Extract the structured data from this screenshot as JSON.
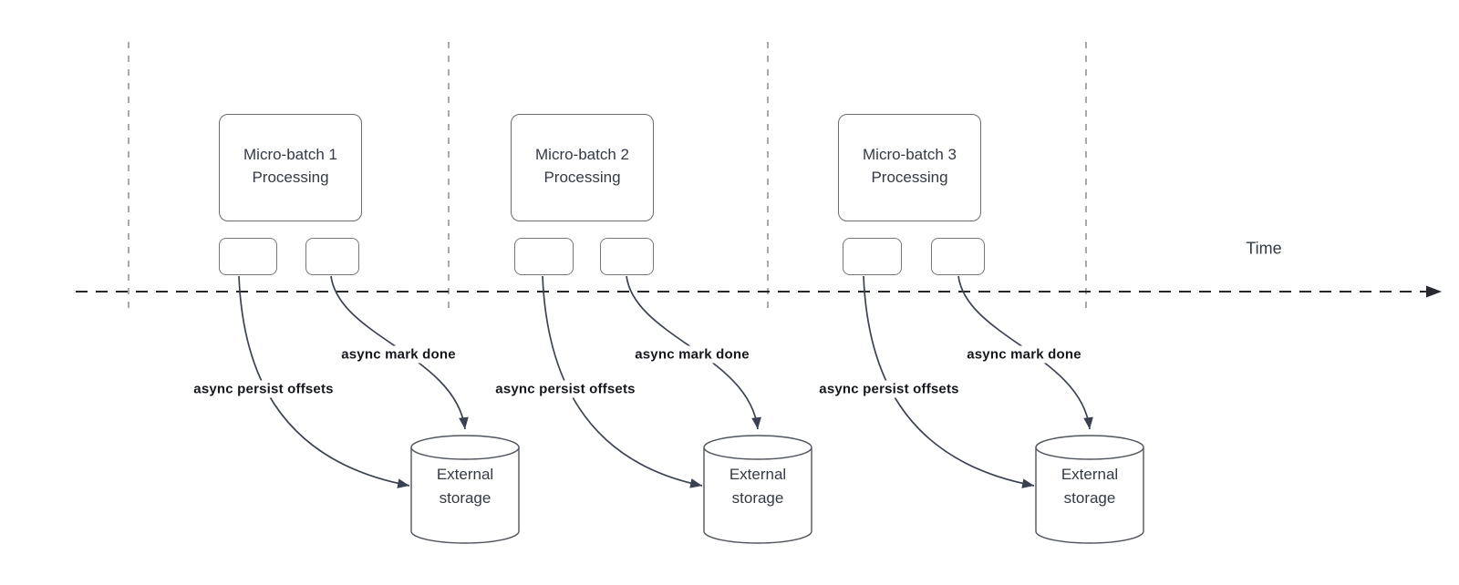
{
  "diagram": {
    "time_label": "Time",
    "groups": [
      {
        "title": "Micro-batch 1",
        "subtitle": "Processing",
        "persist_label": "async persist offsets",
        "done_label": "async mark done",
        "storage": {
          "line1": "External",
          "line2": "storage"
        }
      },
      {
        "title": "Micro-batch 2",
        "subtitle": "Processing",
        "persist_label": "async persist offsets",
        "done_label": "async mark done",
        "storage": {
          "line1": "External",
          "line2": "storage"
        }
      },
      {
        "title": "Micro-batch 3",
        "subtitle": "Processing",
        "persist_label": "async persist offsets",
        "done_label": "async mark done",
        "storage": {
          "line1": "External",
          "line2": "storage"
        }
      }
    ],
    "colors": {
      "line": "#3a4150",
      "axis": "#26292e",
      "guide": "#a9a9a9",
      "text": "#333a45"
    }
  }
}
